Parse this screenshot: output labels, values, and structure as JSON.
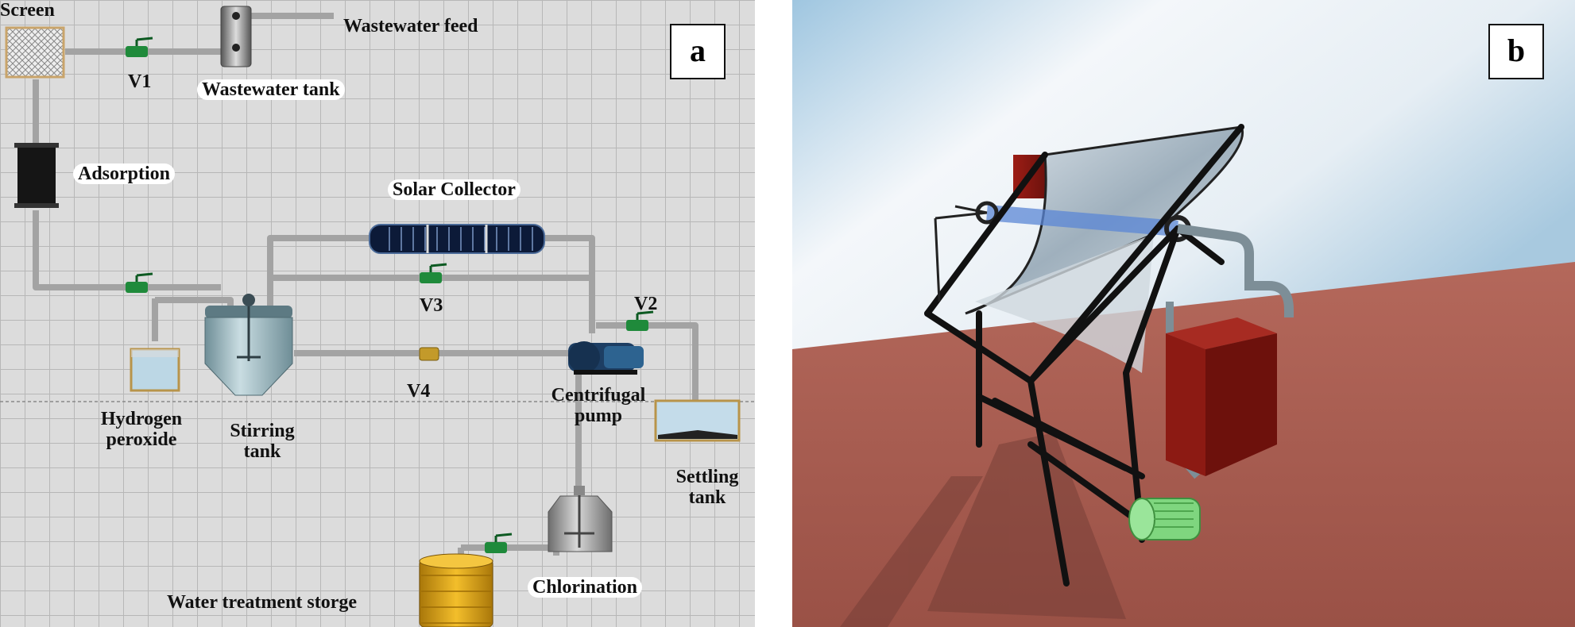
{
  "panel_a": {
    "tag": "a",
    "labels": {
      "screen": "Screen",
      "wastewater_feed": "Wastewater feed",
      "v1": "V1",
      "wastewater_tank": "Wastewater tank",
      "adsorption": "Adsorption",
      "solar_collector": "Solar Collector",
      "v3": "V3",
      "v2": "V2",
      "hydrogen_peroxide_line1": "Hydrogen",
      "hydrogen_peroxide_line2": "peroxide",
      "stirring_tank_line1": "Stirring",
      "stirring_tank_line2": "tank",
      "v4": "V4",
      "centrifugal_pump_line1": "Centrifugal",
      "centrifugal_pump_line2": "pump",
      "settling_tank_line1": "Settling",
      "settling_tank_line2": "tank",
      "chlorination": "Chlorination",
      "water_treatment_storage": "Water treatment storge"
    },
    "colors": {
      "pipe": "#a9a9a9",
      "valve": "#1f8a3b",
      "grid": "#b7b7b7",
      "background": "#dcdcdc"
    }
  },
  "panel_b": {
    "tag": "b",
    "colors": {
      "sky_top": "#a9cbe3",
      "ground": "#a0584d",
      "tank": "#8b1a14",
      "pump": "#7fd67f",
      "frame": "#111111",
      "collector": "#c7d3dd"
    }
  }
}
